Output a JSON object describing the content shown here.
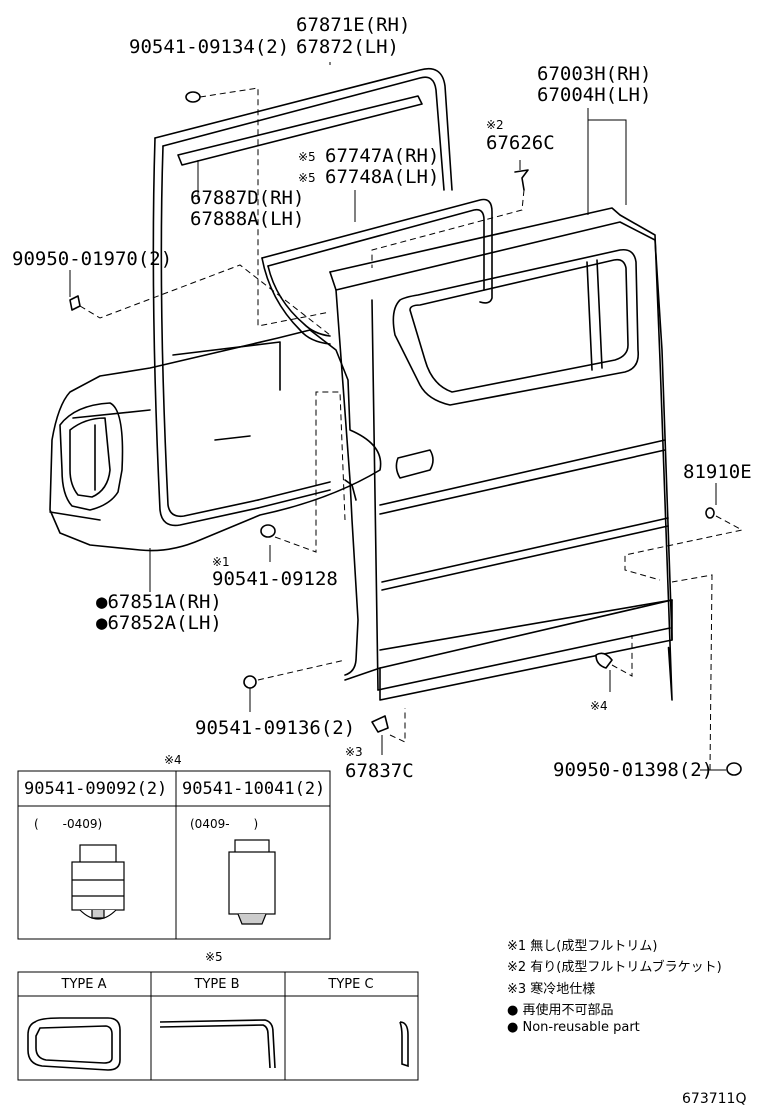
{
  "labels": {
    "p_90541_09134": "90541-09134(2)",
    "p_67871E": "67871E(RH)",
    "p_67872": "67872(LH)",
    "p_67003H": "67003H(RH)",
    "p_67004H": "67004H(LH)",
    "m2a": "※2",
    "p_67626C": "67626C",
    "m5a": "※5",
    "p_67747A": "67747A(RH)",
    "m5b": "※5",
    "p_67748A": "67748A(LH)",
    "p_67887D": "67887D(RH)",
    "p_67888A": "67888A(LH)",
    "p_90950_01970": "90950-01970(2)",
    "p_81910E": "81910E",
    "m1": "※1",
    "p_90541_09128": "90541-09128",
    "p_67851A": "●67851A(RH)",
    "p_67852A": "●67852A(LH)",
    "m4a": "※4",
    "p_90541_09136": "90541-09136(2)",
    "m3": "※3",
    "p_67837C": "67837C",
    "p_90950_01398": "90950-01398(2)",
    "diagram_id": "673711Q"
  },
  "table4": {
    "mark": "※4",
    "col1": "90541-09092(2)",
    "col2": "90541-10041(2)",
    "col1_date": "(　　-0409)",
    "col2_date": "(0409-　　)"
  },
  "table5": {
    "mark": "※5",
    "type_a": "TYPE A",
    "type_b": "TYPE B",
    "type_c": "TYPE C"
  },
  "notes": [
    "※1 無し(成型フルトリム)",
    "※2 有り(成型フルトリムブラケット)",
    "※3 寒冷地仕様",
    "● 再使用不可部品",
    "● Non-reusable part"
  ]
}
